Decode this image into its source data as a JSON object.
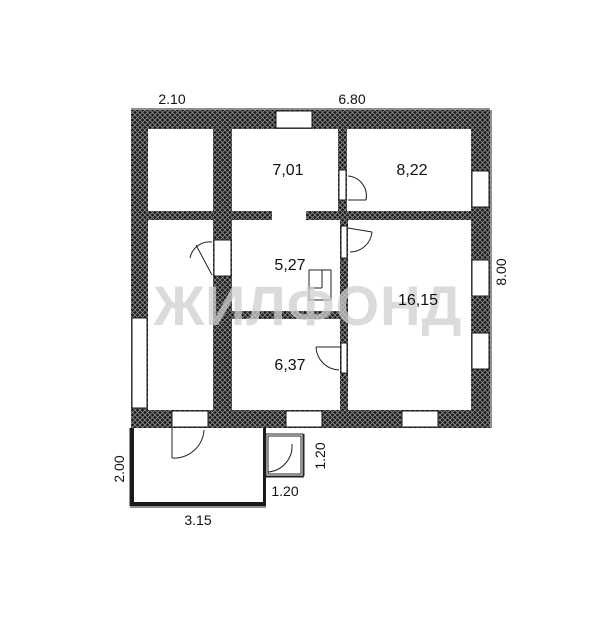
{
  "rooms": [
    {
      "id": "room-top-middle",
      "area": "7,01"
    },
    {
      "id": "room-top-right",
      "area": "8,22"
    },
    {
      "id": "room-center",
      "area": "5,27"
    },
    {
      "id": "room-large-right",
      "area": "16,15"
    },
    {
      "id": "room-lower-middle",
      "area": "6,37"
    }
  ],
  "dimensions": {
    "top_left": "2.10",
    "top_right": "6.80",
    "right_side": "8.00",
    "porch_height": "2.00",
    "porch_width": "3.15",
    "step_height": "1.20",
    "step_width": "1.20"
  },
  "watermark": "ЖИЛФОНД",
  "colors": {
    "wall": "#1a1a1a",
    "hatch": "#7a7a7a",
    "opening": "#ffffff",
    "line": "#222222"
  }
}
